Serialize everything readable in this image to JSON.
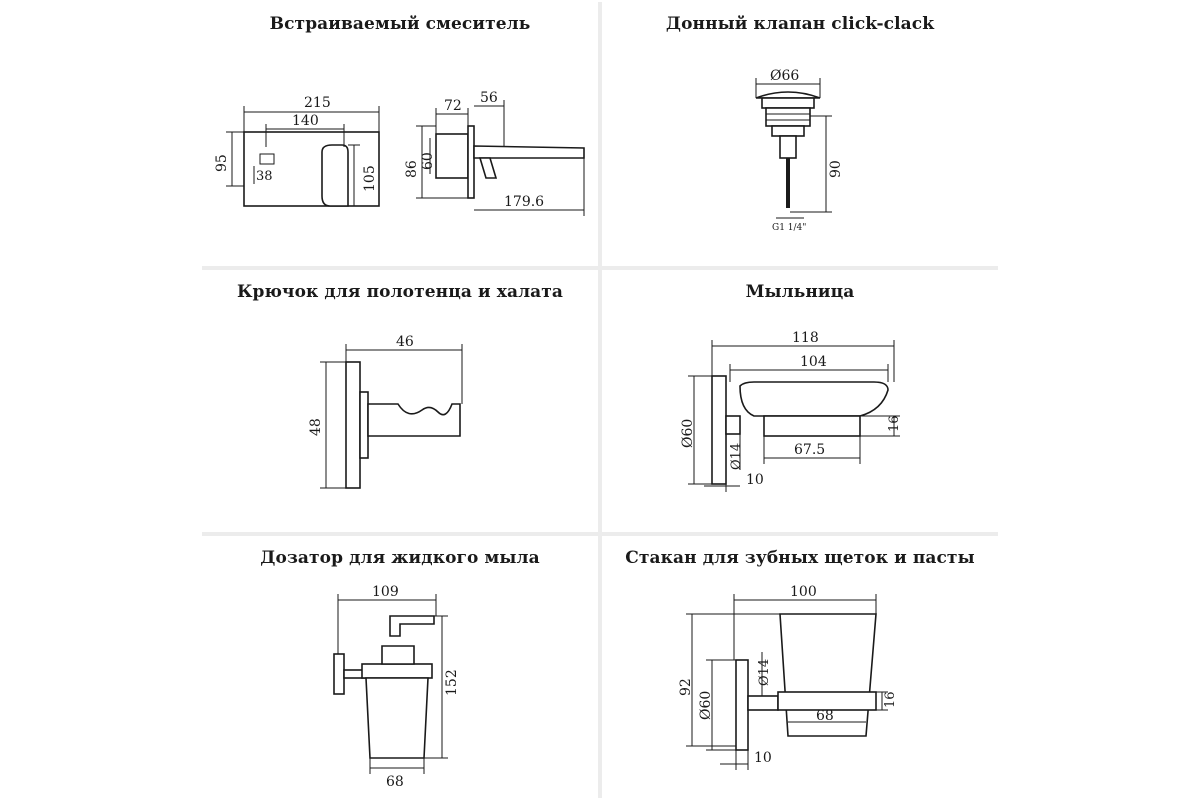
{
  "panels": [
    {
      "title": "Встраиваемый смеситель",
      "dims": {
        "overall_width": "215",
        "plate_width": "140",
        "height_left": "95",
        "spout_height": "105",
        "small": "38",
        "side_depth": "72",
        "top_depth": "56",
        "outer_height": "86",
        "inner_height": "60",
        "length": "179.6"
      }
    },
    {
      "title": "Донный клапан click-clack",
      "dims": {
        "diameter": "Ø66",
        "height": "90",
        "thread": "G1 1/4\""
      }
    },
    {
      "title": "Крючок для полотенца и халата",
      "dims": {
        "width": "46",
        "height": "48"
      }
    },
    {
      "title": "Мыльница",
      "dims": {
        "width_outer": "118",
        "width_inner": "104",
        "diameter": "Ø60",
        "stem": "Ø14",
        "tray": "67.5",
        "depth": "16",
        "offset": "10"
      }
    },
    {
      "title": "Дозатор для жидкого мыла",
      "dims": {
        "width": "109",
        "height": "152",
        "bottom": "68"
      }
    },
    {
      "title": "Стакан для зубных щеток и пасты",
      "dims": {
        "width": "100",
        "height": "92",
        "diameter": "Ø60",
        "stem": "Ø14",
        "depth": "16",
        "bottom": "68",
        "offset": "10"
      }
    }
  ]
}
